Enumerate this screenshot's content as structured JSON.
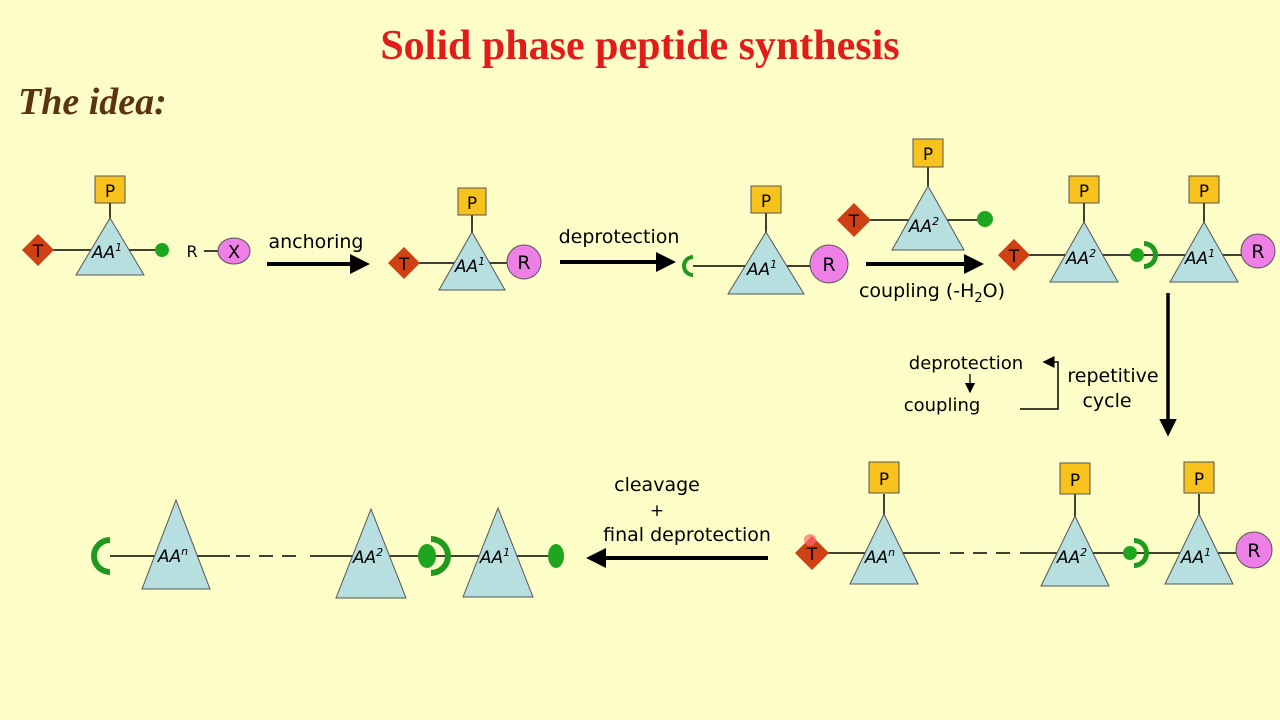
{
  "title": "Solid phase peptide synthesis",
  "subtitle": "The idea:",
  "symbols": {
    "protecting_group": "P",
    "temporary_group": "T",
    "resin": "R",
    "leaving_group": "X",
    "aa1": "AA",
    "aa1_sup": "1",
    "aa2": "AA",
    "aa2_sup": "2",
    "aan": "AA",
    "aan_sup": "n"
  },
  "steps": {
    "anchoring": "anchoring",
    "deprotection": "deprotection",
    "coupling": "coupling (-H",
    "coupling_sub": "2",
    "coupling_end": "O)",
    "cycle_deprotection": "deprotection",
    "cycle_coupling": "coupling",
    "repetitive": "repetitive",
    "cycle": "cycle",
    "cleavage": "cleavage",
    "plus": "+",
    "final_deprotection": "final deprotection"
  },
  "colors": {
    "background": "#fdfdc8",
    "title": "#e21b1b",
    "subtitle": "#5c3310",
    "triangle": "#b7dfe0",
    "protecting_box": "#f7c21b",
    "diamond": "#cf4014",
    "resin": "#ee7fe6",
    "green": "#1f9a1f"
  }
}
